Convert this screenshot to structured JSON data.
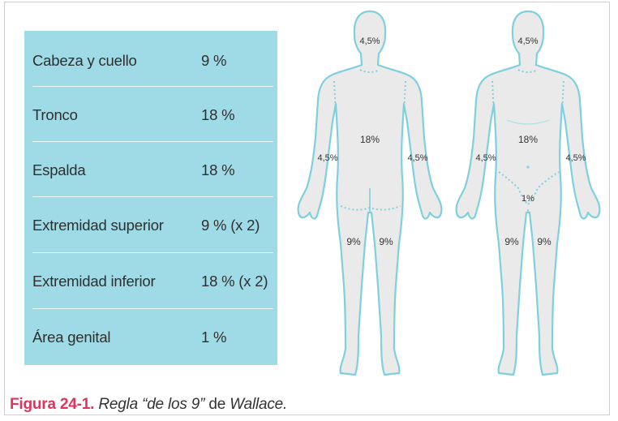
{
  "table": {
    "rows": [
      {
        "region": "Cabeza y cuello",
        "value": "9 %"
      },
      {
        "region": "Tronco",
        "value": "18 %"
      },
      {
        "region": "Espalda",
        "value": "18 %"
      },
      {
        "region": "Extremidad superior",
        "value": "9 % (x 2)"
      },
      {
        "region": "Extremidad inferior",
        "value": "18 % (x 2)"
      },
      {
        "region": "Área genital",
        "value": "1 %"
      }
    ]
  },
  "back_figure": {
    "head": "4,5%",
    "trunk": "18%",
    "left_arm": "4,5%",
    "right_arm": "4,5%",
    "left_leg": "9%",
    "right_leg": "9%"
  },
  "front_figure": {
    "head": "4,5%",
    "trunk": "18%",
    "left_arm": "4,5%",
    "right_arm": "4,5%",
    "genital": "1%",
    "left_leg": "9%",
    "right_leg": "9%"
  },
  "caption": {
    "number": "Figura 24-1.",
    "text_italic_1": "Regla “de los 9”",
    "text_plain": " de ",
    "text_italic_2": "Wallace."
  },
  "colors": {
    "table_bg": "#9fdbe6",
    "figure_fill": "#eaeaea",
    "figure_outline": "#7fd0de",
    "caption_accent": "#e0345b"
  }
}
